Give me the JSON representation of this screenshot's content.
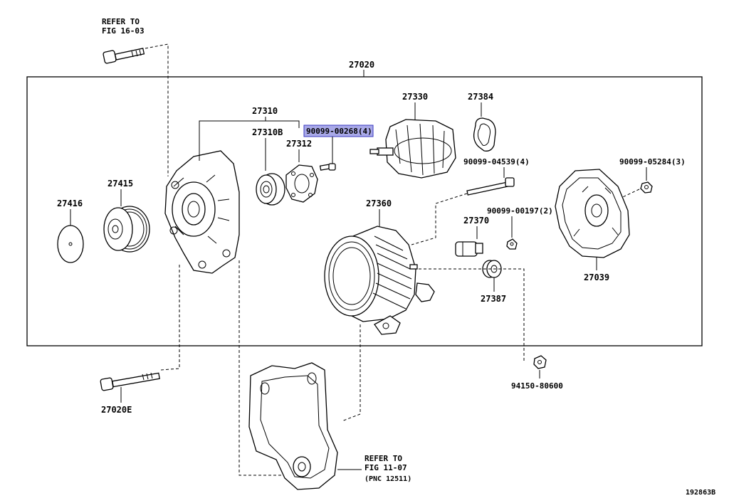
{
  "diagram": {
    "figure_number": "192863B",
    "assembly": {
      "part_no": "27020"
    },
    "labels": {
      "refer_top_1": "REFER TO",
      "refer_top_2": "FIG 16-03",
      "refer_bottom_1": "REFER TO",
      "refer_bottom_2": "FIG 11-07",
      "refer_bottom_3": "(PNC 12511)"
    },
    "parts": {
      "p27310": "27310",
      "p27310B": "27310B",
      "p27312": "27312",
      "p90099_00268": "90099-00268(4)",
      "p27330": "27330",
      "p27384": "27384",
      "p90099_04539": "90099-04539(4)",
      "p90099_05284": "90099-05284(3)",
      "p27416": "27416",
      "p27415": "27415",
      "p27360": "27360",
      "p27370": "27370",
      "p90099_00197": "90099-00197(2)",
      "p27387": "27387",
      "p27039": "27039",
      "p27020E": "27020E",
      "p94150_80600": "94150-80600"
    },
    "highlighted_part": "90099-00268(4)",
    "highlight_color": "#a9a9e8"
  }
}
